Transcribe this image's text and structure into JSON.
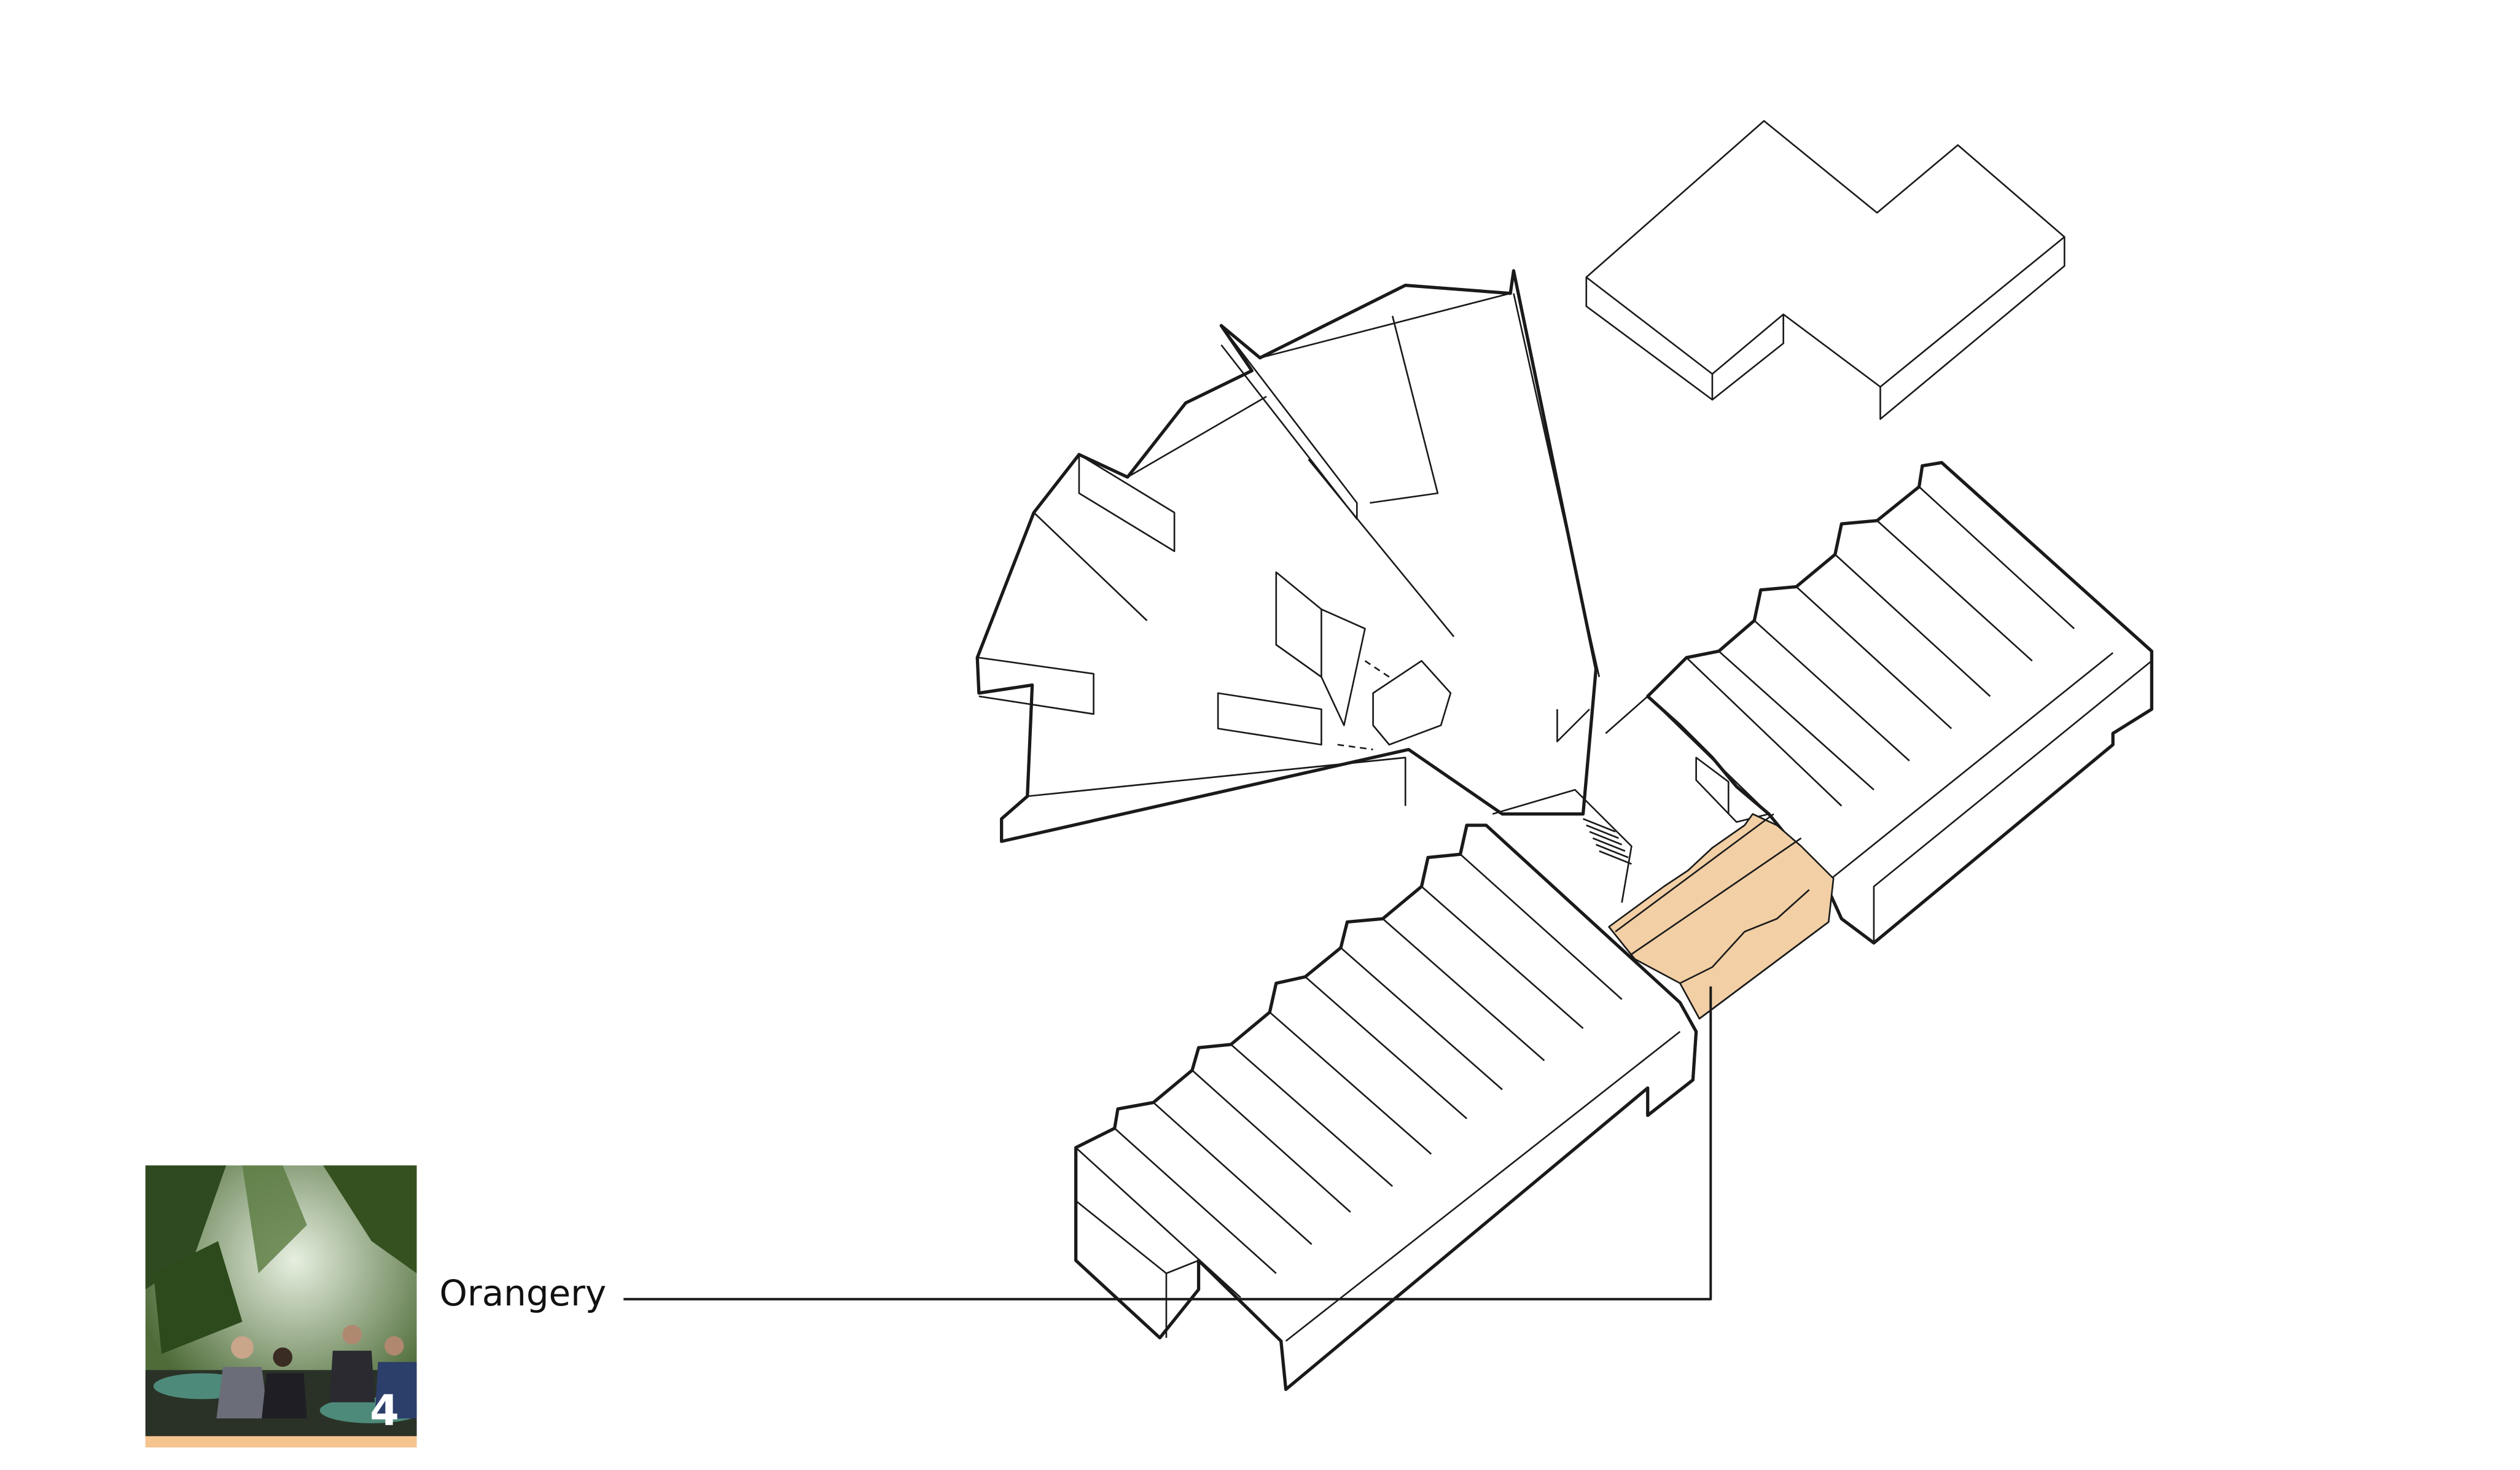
{
  "callout": {
    "label": "Orangery",
    "badge_number": "4"
  },
  "colors": {
    "line": "#1a1a1a",
    "highlight": "#f2cfa5",
    "highlight_bar": "#f5c48f",
    "photo_foliage": "#3d5a2a",
    "photo_light": "#cfe0c4"
  },
  "thumbnail": {
    "subject": "photo-of-people-seated-among-plants"
  }
}
